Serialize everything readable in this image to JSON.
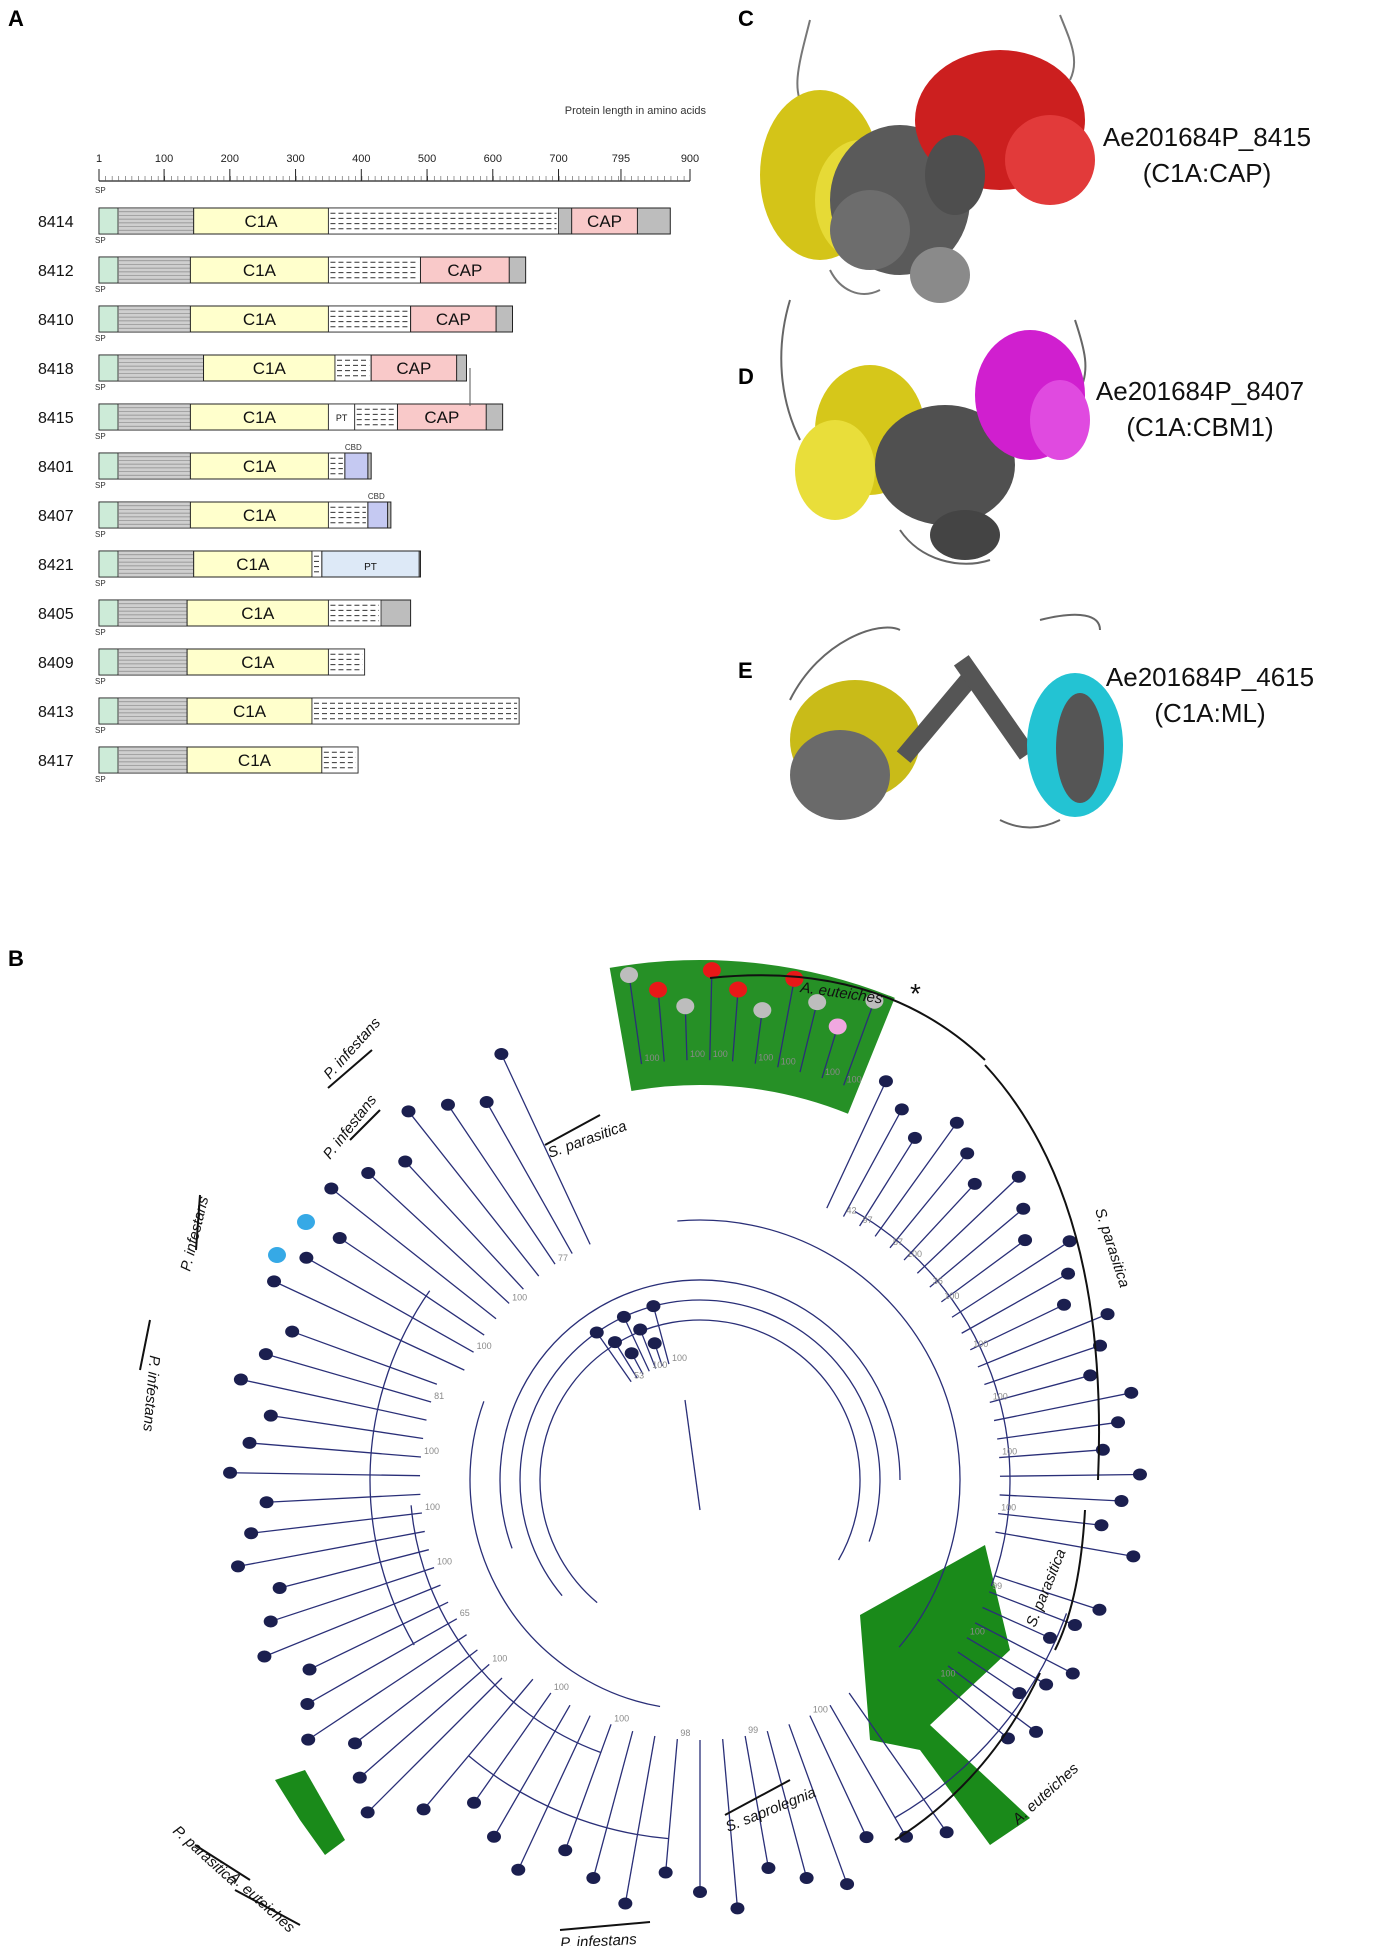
{
  "panels": {
    "A": "A",
    "B": "B",
    "C": "C",
    "D": "D",
    "E": "E"
  },
  "panelA": {
    "axis_title": "Protein length in amino acids",
    "ticks": [
      "1",
      "100",
      "200",
      "300",
      "400",
      "500",
      "600",
      "700",
      "795",
      "900"
    ],
    "sp_label": "SP",
    "proteins": [
      {
        "id": "8414",
        "length": 870,
        "pro": [
          30,
          145
        ],
        "c1a": [
          145,
          350
        ],
        "linker": [
          350,
          700
        ],
        "extra": {
          "type": "CAP",
          "label": "CAP",
          "range": [
            720,
            820
          ]
        }
      },
      {
        "id": "8412",
        "length": 650,
        "pro": [
          30,
          140
        ],
        "c1a": [
          140,
          350
        ],
        "linker": [
          350,
          490
        ],
        "extra": {
          "type": "CAP",
          "label": "CAP",
          "range": [
            490,
            625
          ]
        }
      },
      {
        "id": "8410",
        "length": 630,
        "pro": [
          30,
          140
        ],
        "c1a": [
          140,
          350
        ],
        "linker": [
          350,
          475
        ],
        "extra": {
          "type": "CAP",
          "label": "CAP",
          "range": [
            475,
            605
          ]
        }
      },
      {
        "id": "8418",
        "length": 560,
        "pro": [
          30,
          160
        ],
        "c1a": [
          160,
          360
        ],
        "linker": [
          360,
          415
        ],
        "extra": {
          "type": "CAP",
          "label": "CAP",
          "range": [
            415,
            545
          ]
        }
      },
      {
        "id": "8415",
        "length": 615,
        "pro": [
          30,
          140
        ],
        "c1a": [
          140,
          350
        ],
        "pt": {
          "label": "PT",
          "range": [
            350,
            390
          ]
        },
        "linker": [
          390,
          455
        ],
        "extra": {
          "type": "CAP",
          "label": "CAP",
          "range": [
            455,
            590
          ]
        }
      },
      {
        "id": "8401",
        "length": 415,
        "pro": [
          30,
          140
        ],
        "c1a": [
          140,
          350
        ],
        "linker": [
          350,
          375
        ],
        "extra": {
          "type": "CBD",
          "label": "",
          "range": [
            375,
            410
          ]
        },
        "note": "CBD"
      },
      {
        "id": "8407",
        "length": 445,
        "pro": [
          30,
          140
        ],
        "c1a": [
          140,
          350
        ],
        "linker": [
          350,
          410
        ],
        "extra": {
          "type": "CBD",
          "label": "",
          "range": [
            410,
            440
          ]
        },
        "note": "CBD"
      },
      {
        "id": "8421",
        "length": 490,
        "pro": [
          30,
          145
        ],
        "c1a": [
          145,
          325
        ],
        "linker": [
          325,
          340
        ],
        "extra": {
          "type": "PT",
          "label": "PT",
          "range": [
            340,
            488
          ]
        }
      },
      {
        "id": "8405",
        "length": 475,
        "pro": [
          30,
          135
        ],
        "c1a": [
          135,
          350
        ],
        "linker": [
          350,
          430
        ],
        "extra": null
      },
      {
        "id": "8409",
        "length": 405,
        "pro": [
          30,
          135
        ],
        "c1a": [
          135,
          350
        ],
        "linker": [
          350,
          405
        ],
        "extra": null
      },
      {
        "id": "8413",
        "length": 640,
        "pro": [
          30,
          135
        ],
        "c1a": [
          135,
          325
        ],
        "linker": [
          325,
          640
        ],
        "extra": null
      },
      {
        "id": "8417",
        "length": 395,
        "pro": [
          30,
          135
        ],
        "c1a": [
          135,
          340
        ],
        "linker": [
          340,
          395
        ],
        "extra": null
      }
    ],
    "c1a_label": "C1A",
    "colors": {
      "c1a": "#ffffcc",
      "cap": "#f9c9c9",
      "cbd": "#c5c9f2",
      "pt": "#dde9f7",
      "pro": "#cfcfcf",
      "sp": "#cdebd8"
    }
  },
  "structures": [
    {
      "panel": "C",
      "name": "Ae201684P_8415",
      "domains": "(C1A:CAP)",
      "color": "#d62222",
      "icon": "protein-structure-cap"
    },
    {
      "panel": "D",
      "name": "Ae201684P_8407",
      "domains": "(C1A:CBM1)",
      "color": "#d81bd8",
      "icon": "protein-structure-cbm1"
    },
    {
      "panel": "E",
      "name": "Ae201684P_4615",
      "domains": "(C1A:ML)",
      "color": "#22c6d6",
      "icon": "protein-structure-ml"
    }
  ],
  "tree": {
    "clade_labels": [
      {
        "text": "A. euteiches",
        "asterisk": "*"
      },
      {
        "text": "P. infestans"
      },
      {
        "text": "P. infestans"
      },
      {
        "text": "P. infestans"
      },
      {
        "text": "P. infestans"
      },
      {
        "text": "S. parasitica"
      },
      {
        "text": "S. parasitica"
      },
      {
        "text": "S. parasitica"
      },
      {
        "text": "S. saprolegnia"
      },
      {
        "text": "A. euteiches"
      },
      {
        "text": "P. parasitica"
      },
      {
        "text": "A. euteiches"
      },
      {
        "text": "P. infestans"
      }
    ],
    "bootstrap_values": [
      "100",
      "100",
      "100",
      "100",
      "97",
      "100",
      "100",
      "100",
      "100",
      "100",
      "100",
      "99",
      "100",
      "100",
      "100",
      "99",
      "98",
      "100",
      "100",
      "100",
      "65",
      "100",
      "100",
      "100",
      "81",
      "100",
      "100",
      "77",
      "53",
      "100",
      "100",
      "100",
      "100",
      "100",
      "42",
      "57",
      "36"
    ],
    "colors": {
      "branch": "#2a2f78",
      "leaf": "#1b1f4f",
      "highlight": "#1a8a1a",
      "cap_marker": "#e81818",
      "ml_marker": "#f0a8e0",
      "other_marker": "#bdbdbd",
      "blue_marker": "#36a9e6"
    }
  }
}
